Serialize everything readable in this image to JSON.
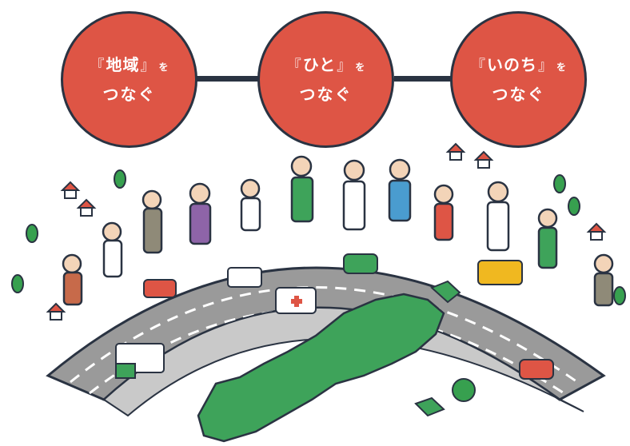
{
  "circles": [
    {
      "l1": "地域",
      "particle": "を",
      "l2": "つなぐ"
    },
    {
      "l1": "ひと",
      "particle": "を",
      "l2": "つなぐ"
    },
    {
      "l1": "いのち",
      "particle": "を",
      "l2": "つなぐ"
    }
  ],
  "brackets": {
    "open": "『",
    "close": "』"
  },
  "colors": {
    "circle_fill": "#de5545",
    "outline": "#2a3342",
    "road": "#9a9a9a",
    "land_green": "#3ea35a",
    "tree_green": "#37a04f",
    "house_red": "#de5545"
  }
}
